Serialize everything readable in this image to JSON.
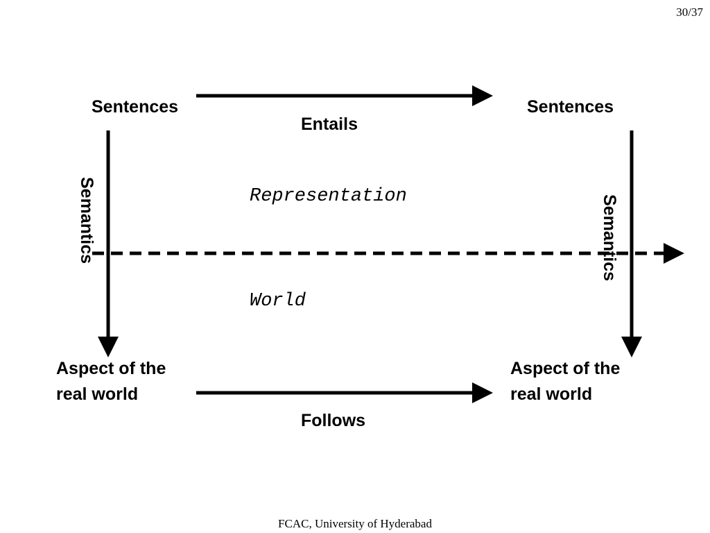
{
  "slide": {
    "page_number": "30/37",
    "footer": "FCAC, University of Hyderabad"
  },
  "diagram": {
    "top_left": "Sentences",
    "top_right": "Sentences",
    "bottom_left_line1": "Aspect of the",
    "bottom_left_line2": "real world",
    "bottom_right_line1": "Aspect of the",
    "bottom_right_line2": "real world",
    "top_edge": "Entails",
    "bottom_edge": "Follows",
    "left_edge": "Semantics",
    "right_edge": "Semantics",
    "upper_realm": "Representation",
    "lower_realm": "World"
  }
}
